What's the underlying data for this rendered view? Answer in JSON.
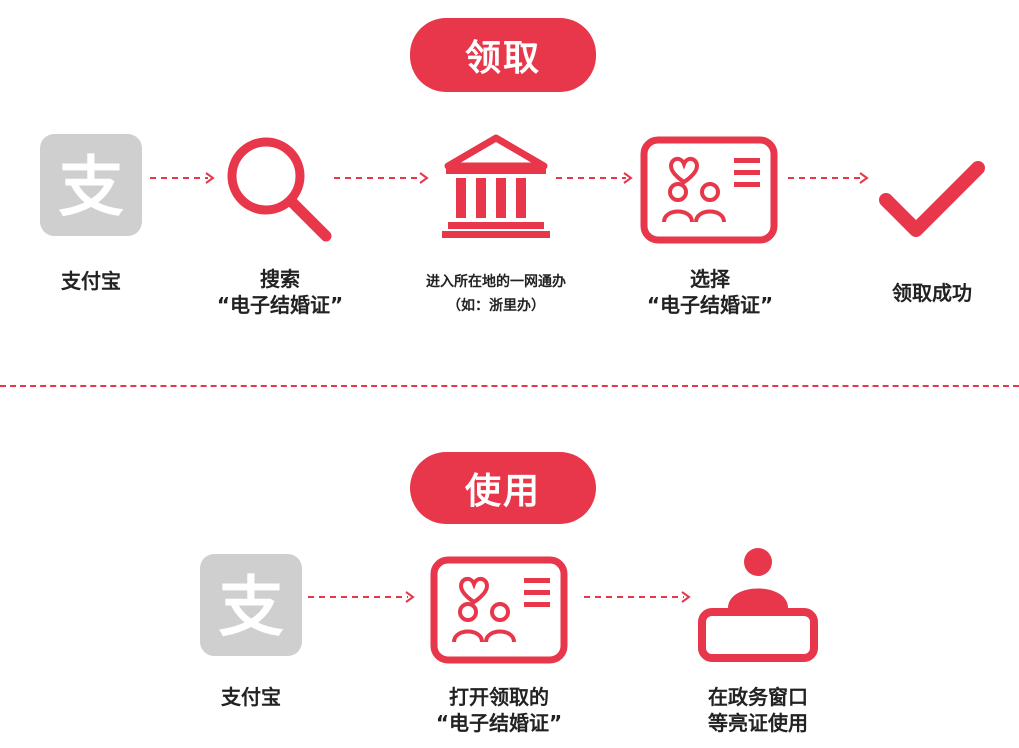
{
  "colors": {
    "accent": "#e8364a",
    "icon_gray": "#cfcfcf",
    "text": "#222222"
  },
  "section_receive": {
    "title": "领取",
    "steps": [
      {
        "icon": "alipay-icon",
        "lines": [
          "支付宝"
        ]
      },
      {
        "icon": "search-icon",
        "lines": [
          "搜索",
          "“电子结婚证”"
        ]
      },
      {
        "icon": "government-building-icon",
        "lines": [
          "进入所在地的一网通办",
          "（如：浙里办）"
        ]
      },
      {
        "icon": "marriage-certificate-icon",
        "lines": [
          "选择",
          "“电子结婚证”"
        ]
      },
      {
        "icon": "checkmark-icon",
        "lines": [
          "领取成功"
        ]
      }
    ]
  },
  "section_use": {
    "title": "使用",
    "steps": [
      {
        "icon": "alipay-icon",
        "lines": [
          "支付宝"
        ]
      },
      {
        "icon": "marriage-certificate-icon",
        "lines": [
          "打开领取的",
          "“电子结婚证”"
        ]
      },
      {
        "icon": "service-counter-icon",
        "lines": [
          "在政务窗口",
          "等亮证使用"
        ]
      }
    ]
  }
}
